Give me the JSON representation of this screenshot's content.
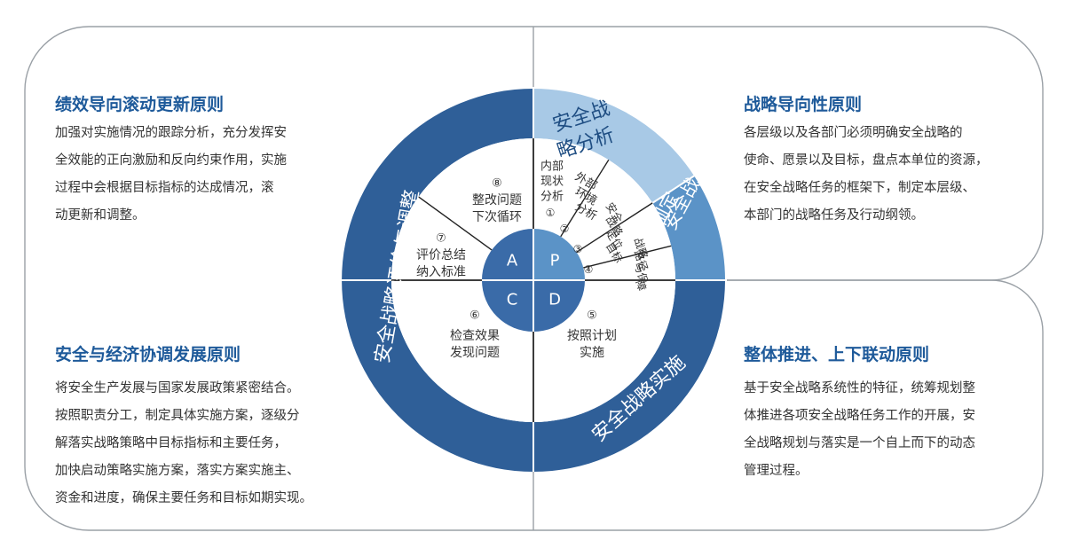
{
  "sections": {
    "top_left": {
      "title": "绩效导向滚动更新原则",
      "lines": [
        "加强对实施情况的跟踪分析，充分发挥安",
        "全效能的正向激励和反向约束作用，实施",
        "过程中会根据目标指标的达成情况，滚",
        "动更新和调整。"
      ]
    },
    "top_right": {
      "title": "战略导向性原则",
      "lines": [
        "各层级以及各部门必须明确安全战略的",
        "使命、愿景以及目标，盘点本单位的资源，",
        "在安全战略任务的框架下，制定本层级、",
        "本部门的战略任务及行动纲领。"
      ]
    },
    "bottom_left": {
      "title": "安全与经济协调发展原则",
      "lines": [
        "将安全生产发展与国家发展政策紧密结合。",
        "按照职责分工，制定具体实施方案，逐级分",
        "解落实战略策略中目标指标和主要任务，",
        "加快启动策略实施方案，落实方案实施主、",
        "资金和进度，确保主要任务和目标如期实现。"
      ]
    },
    "bottom_right": {
      "title": "整体推进、上下联动原则",
      "lines": [
        "基于安全战略系统性的特征，统筹规划整",
        "体推进各项安全战略任务工作的开展，安",
        "全战略规划与落实是一个自上而下的动态",
        "管理过程。"
      ]
    }
  },
  "wheel": {
    "outer_segments": {
      "analysis": "安全战略分析",
      "formulation": "安全战略制定",
      "implementation": "安全战略实施",
      "evaluation": "安全战略评价与调整"
    },
    "steps": [
      {
        "num": "①",
        "lines": [
          "内部",
          "现状",
          "分析"
        ]
      },
      {
        "num": "②",
        "lines": [
          "外部",
          "环境",
          "分析"
        ]
      },
      {
        "num": "③",
        "lines": [
          "安全",
          "战略",
          "定位",
          "目标"
        ]
      },
      {
        "num": "④",
        "lines": [
          "战略",
          "路径",
          "与保",
          "障"
        ]
      },
      {
        "num": "⑤",
        "lines": [
          "按照计划",
          "实施"
        ]
      },
      {
        "num": "⑥",
        "lines": [
          "检查效果",
          "发现问题"
        ]
      },
      {
        "num": "⑦",
        "lines": [
          "评价总结",
          "纳入标准"
        ]
      },
      {
        "num": "⑧",
        "lines": [
          "整改问题",
          "下次循环"
        ]
      }
    ],
    "pdca": {
      "P": "P",
      "D": "D",
      "C": "C",
      "A": "A"
    }
  },
  "colors": {
    "dark_blue": "#2f5f98",
    "mid_blue": "#5b93c7",
    "light_blue": "#a8c9e6",
    "title_blue": "#1e5a9a",
    "pdca_p": "#5b93c7",
    "pdca_other": "#3a6ba8"
  }
}
